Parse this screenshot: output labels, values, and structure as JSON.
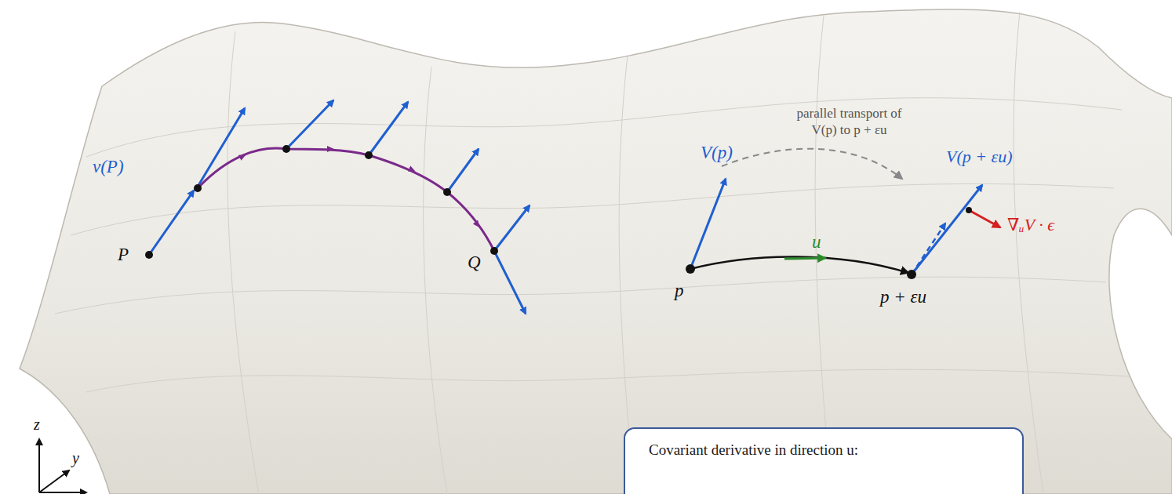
{
  "diagram": {
    "nodes": [
      {
        "text": [
          "Covariant derivative in direction u:"
        ]
      }
    ],
    "labels": [
      "v(P)",
      "P",
      "Q",
      "parallel transport of V(p) to p + εu",
      "V(p)",
      "V(p + εu)",
      "u",
      "∇ᵤV · ϵ",
      "p",
      "p + εu",
      "z",
      "y"
    ]
  }
}
